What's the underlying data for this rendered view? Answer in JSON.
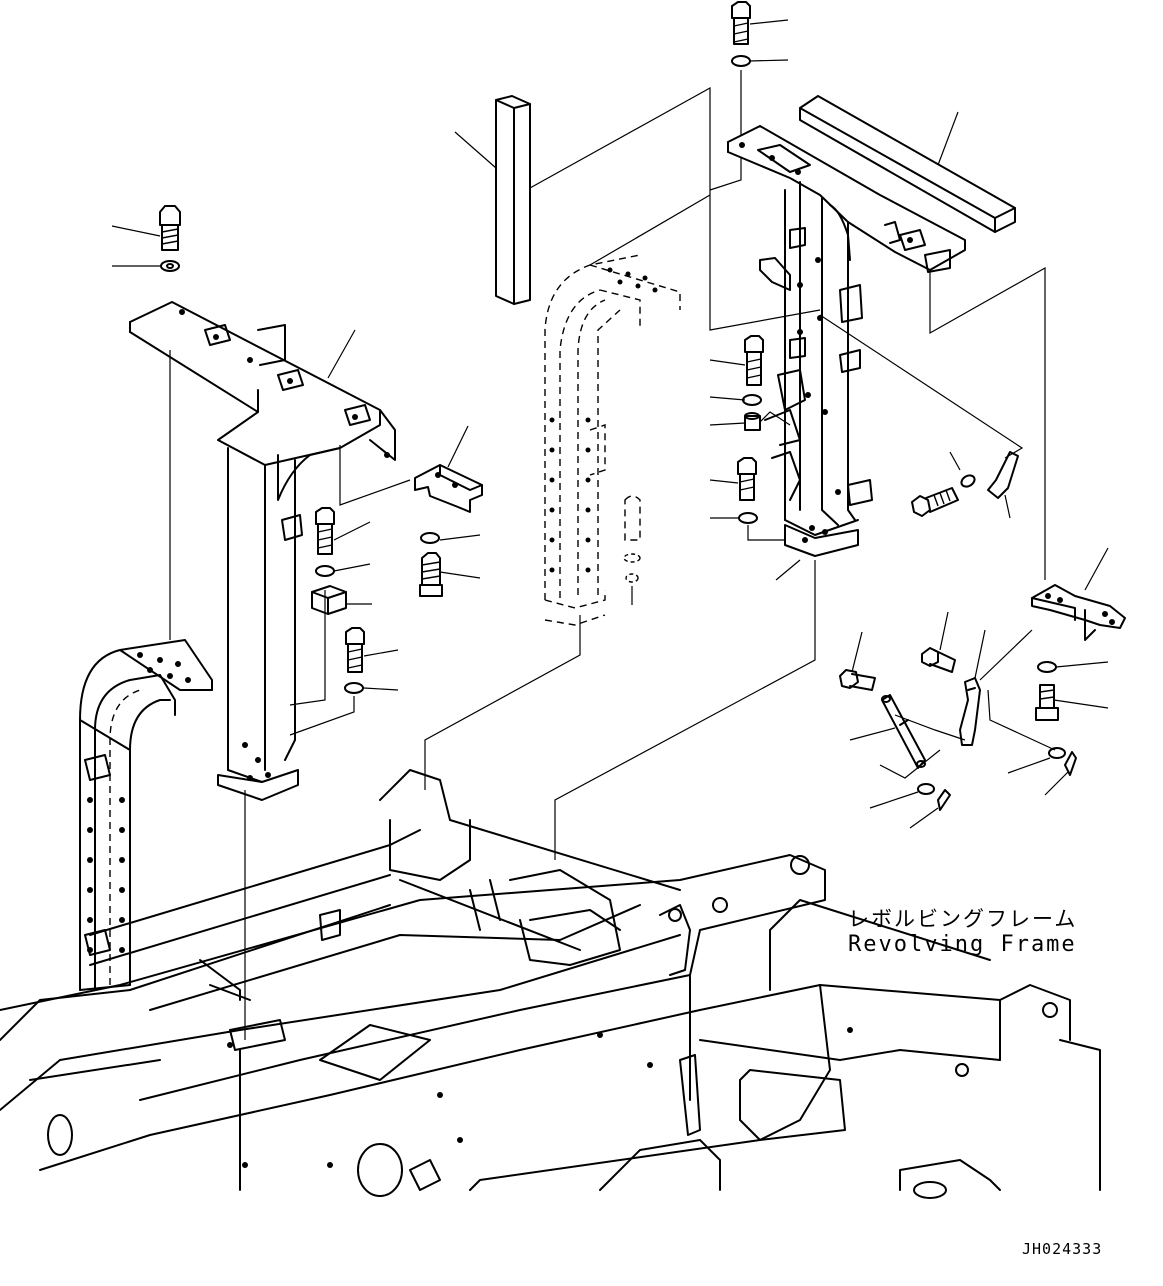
{
  "frame_label_jp": "レボルビングフレーム",
  "frame_label_en": "Revolving Frame",
  "drawing_code": "JH024333"
}
